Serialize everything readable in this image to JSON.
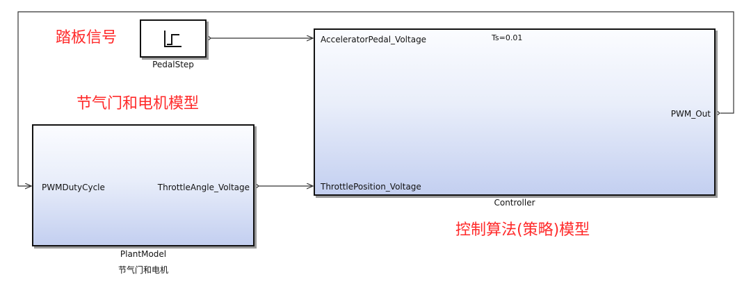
{
  "annotations": {
    "pedal_signal": "踏板信号",
    "throttle_motor_model": "节气门和电机模型",
    "control_algorithm_model": "控制算法(策略)模型"
  },
  "blocks": {
    "pedal_step": {
      "name": "PedalStep",
      "icon": "step-icon"
    },
    "plant_model": {
      "name": "PlantModel",
      "subtitle": "节气门和电机",
      "input_port": "PWMDutyCycle",
      "output_port": "ThrottleAngle_Voltage"
    },
    "controller": {
      "name": "Controller",
      "sample_time": "Ts=0.01",
      "input_port_1": "AcceleratorPedal_Voltage",
      "input_port_2": "ThrottlePosition_Voltage",
      "output_port": "PWM_Out"
    }
  },
  "colors": {
    "annotation": "#ff2a2a",
    "line": "#333333",
    "block_gradient_bottom": "#c3cff0"
  }
}
